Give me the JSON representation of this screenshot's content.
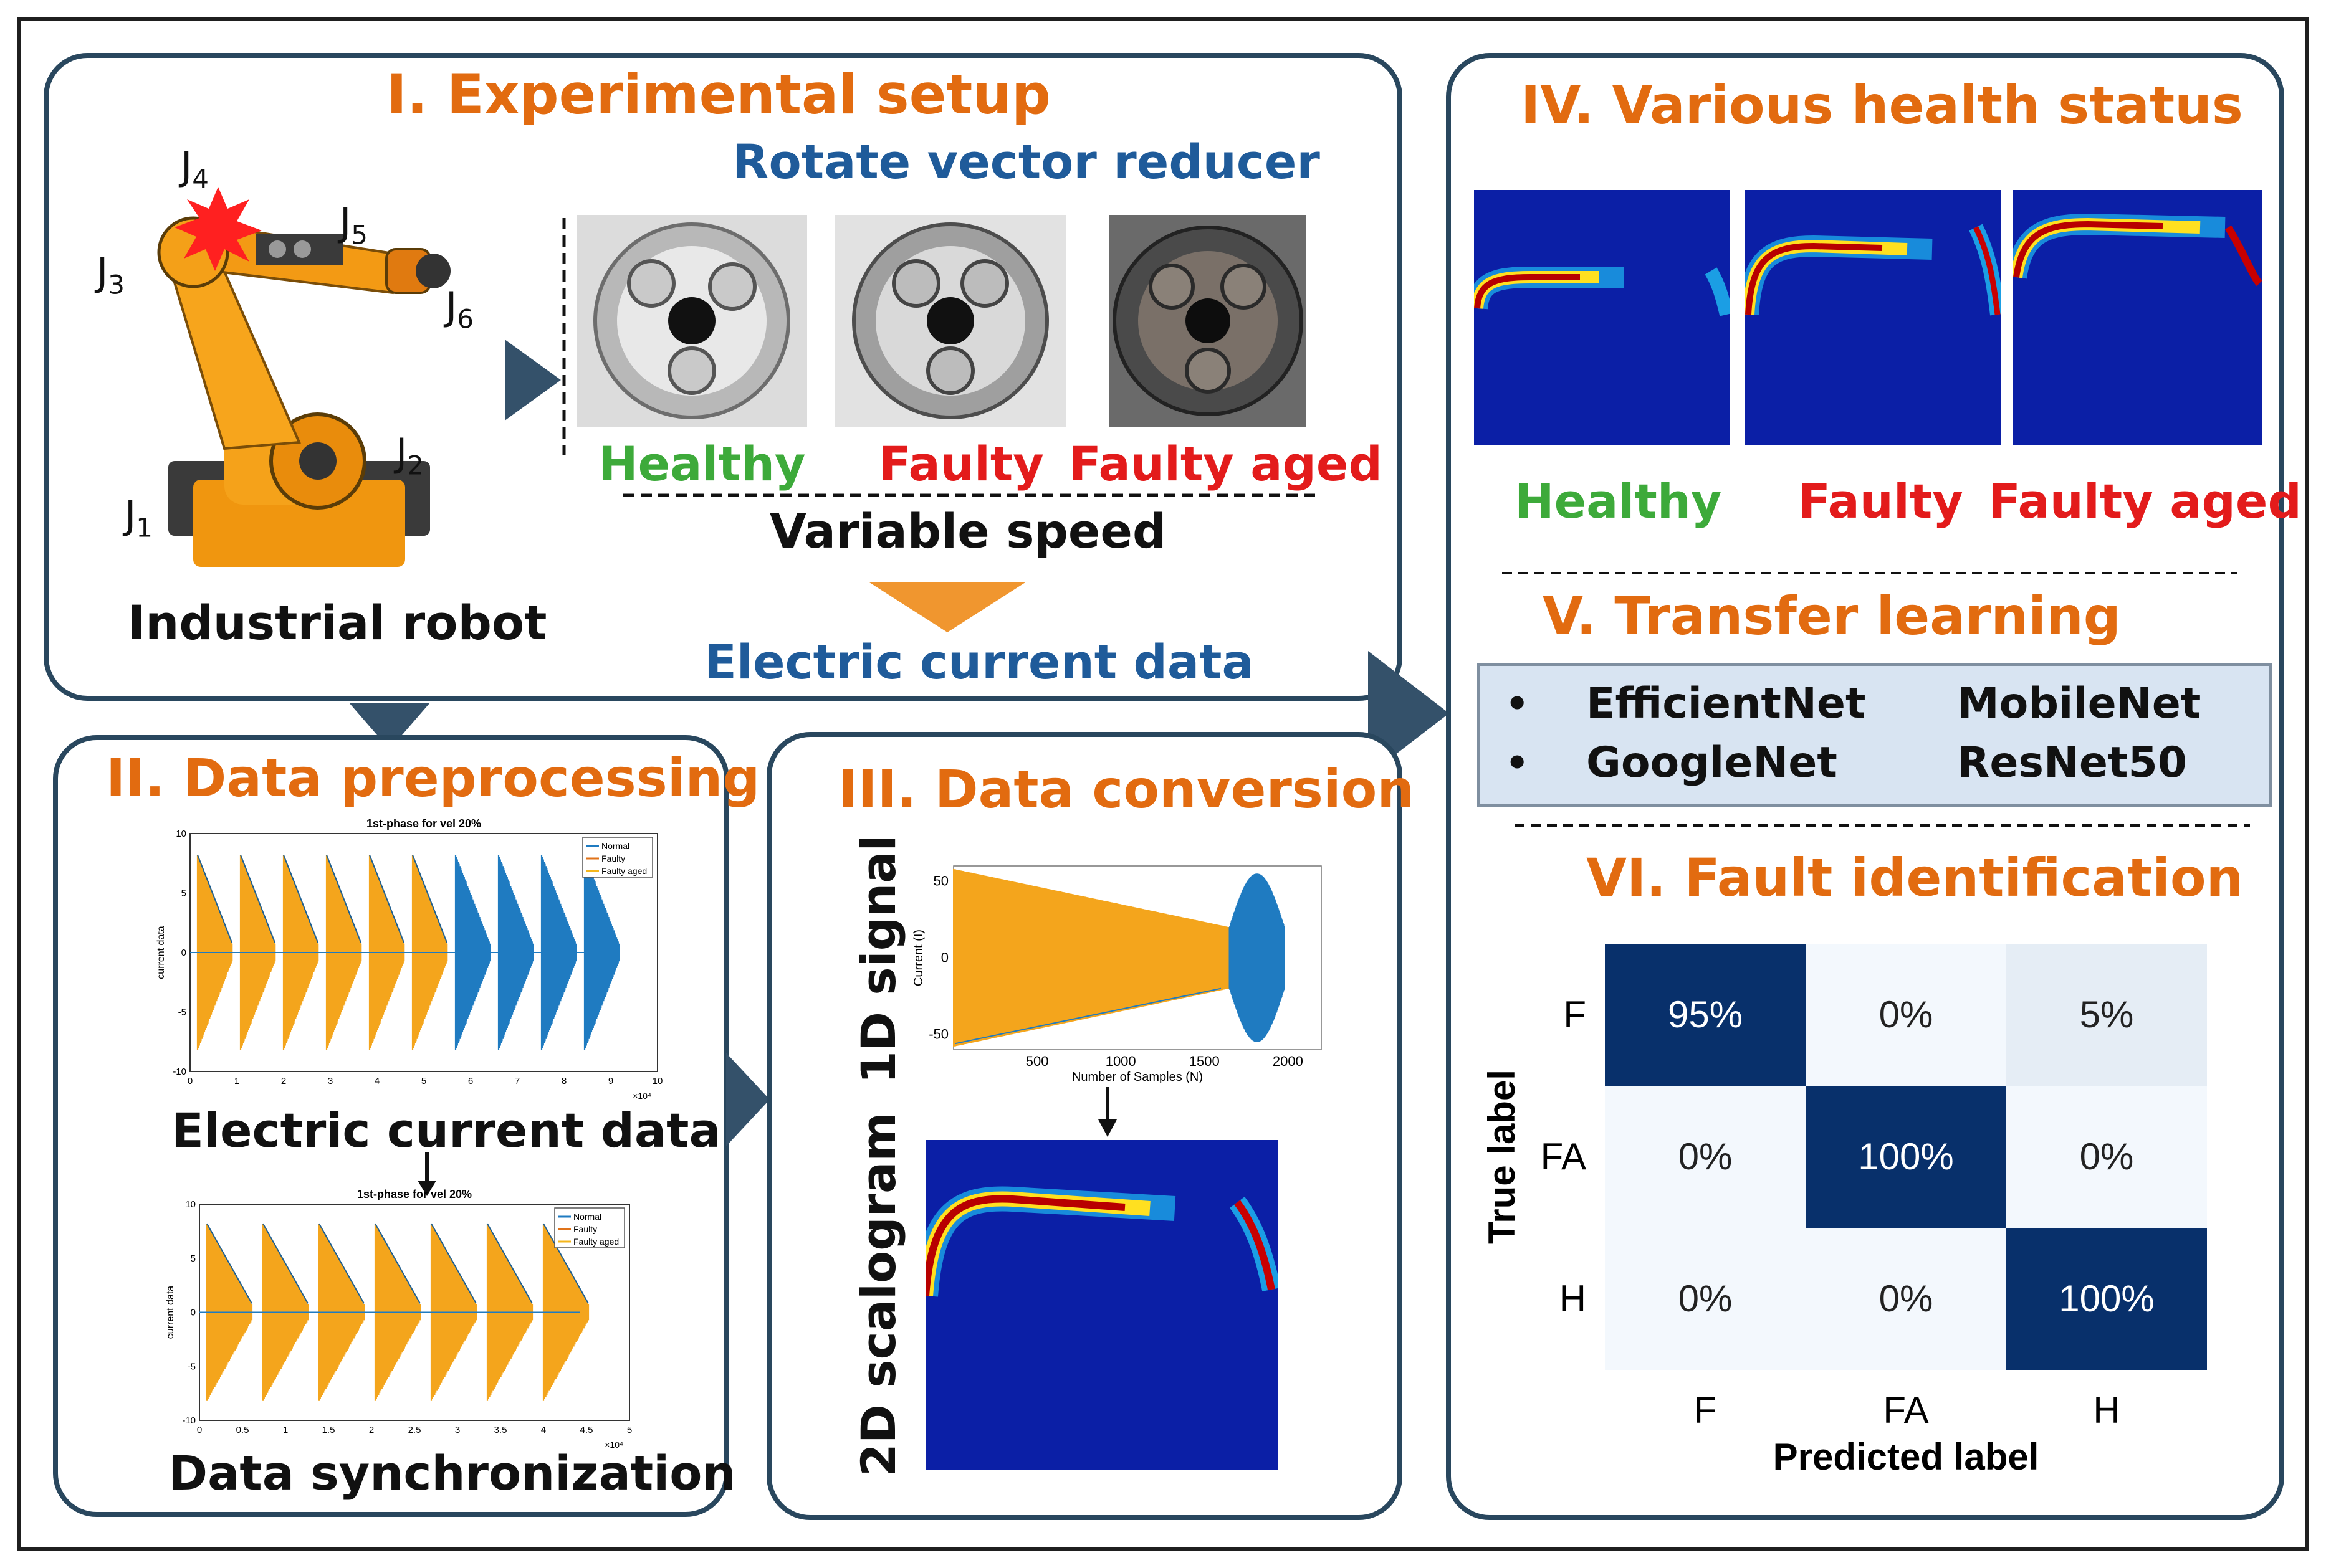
{
  "panel1": {
    "title": "I. Experimental setup",
    "robot_label": "Industrial robot",
    "joints": [
      {
        "base": "J",
        "sub": "1"
      },
      {
        "base": "J",
        "sub": "2"
      },
      {
        "base": "J",
        "sub": "3"
      },
      {
        "base": "J",
        "sub": "4"
      },
      {
        "base": "J",
        "sub": "5"
      },
      {
        "base": "J",
        "sub": "6"
      }
    ],
    "reducer_title": "Rotate vector reducer",
    "conditions": [
      "Healthy",
      "Faulty",
      "Faulty aged"
    ],
    "variable_speed": "Variable speed",
    "current_data": "Electric current data"
  },
  "panel2": {
    "title": "II. Data preprocessing",
    "plot1": {
      "title": "1st-phase for vel 20%",
      "ylabel": "current data",
      "legend": [
        "Normal",
        "Faulty",
        "Faulty aged"
      ],
      "yticks": [
        "10",
        "5",
        "0",
        "-5",
        "-10"
      ],
      "xticks": [
        "0",
        "1",
        "2",
        "3",
        "4",
        "5",
        "6",
        "7",
        "8",
        "9",
        "10"
      ],
      "xexp": "×10⁴",
      "caption": "Electric current data"
    },
    "plot2": {
      "title": "1st-phase for vel 20%",
      "ylabel": "current data",
      "legend": [
        "Normal",
        "Faulty",
        "Faulty aged"
      ],
      "yticks": [
        "10",
        "5",
        "0",
        "-5",
        "-10"
      ],
      "xticks": [
        "0",
        "0.5",
        "1",
        "1.5",
        "2",
        "2.5",
        "3",
        "3.5",
        "4",
        "4.5",
        "5"
      ],
      "xexp": "×10⁴",
      "caption": "Data synchronization"
    }
  },
  "panel3": {
    "title": "III. Data conversion",
    "signal_label": "1D signal",
    "scalogram_label": "2D scalogram",
    "plot": {
      "ylabel": "Current (I)",
      "xlabel": "Number of Samples (N)",
      "yticks": [
        "50",
        "0",
        "-50"
      ],
      "xticks": [
        "500",
        "1000",
        "1500",
        "2000"
      ]
    }
  },
  "panel4": {
    "title": "IV. Various health status",
    "conditions": [
      "Healthy",
      "Faulty",
      "Faulty aged"
    ],
    "section5_title": "V. Transfer learning",
    "models": [
      "EfficientNet",
      "MobileNet",
      "GoogleNet",
      "ResNet50"
    ],
    "section6_title": "VI. Fault identification"
  },
  "chart_data": {
    "type": "heatmap",
    "title": "",
    "xlabel": "Predicted label",
    "ylabel": "True label",
    "x_categories": [
      "F",
      "FA",
      "H"
    ],
    "y_categories": [
      "F",
      "FA",
      "H"
    ],
    "values": [
      [
        95,
        0,
        5
      ],
      [
        0,
        100,
        0
      ],
      [
        0,
        0,
        100
      ]
    ],
    "value_labels": [
      [
        "95%",
        "0%",
        "5%"
      ],
      [
        "0%",
        "100%",
        "0%"
      ],
      [
        "0%",
        "0%",
        "100%"
      ]
    ]
  },
  "colors": {
    "accent_orange": "#e26b10",
    "panel_border": "#29475e",
    "heading_blue": "#1f5b9a",
    "healthy_green": "#3daa3a",
    "fault_red": "#e31b1b",
    "matrix_dark": "#08306b",
    "matrix_light": "#f3f8fd"
  }
}
